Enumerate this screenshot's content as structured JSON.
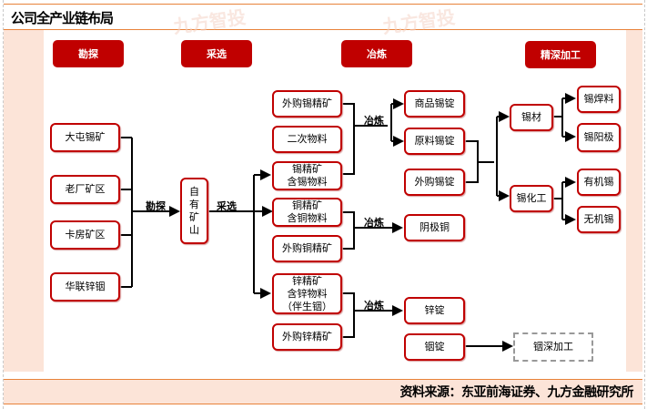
{
  "header": {
    "title": "公司全产业链布局"
  },
  "watermark": "九方智投",
  "stages": [
    "勘探",
    "采选",
    "冶炼",
    "精深加工"
  ],
  "mines": [
    "大屯锡矿",
    "老厂矿区",
    "卡房矿区",
    "华联锌铟"
  ],
  "own_mine": [
    "自",
    "有",
    "矿",
    "山"
  ],
  "flow_labels": {
    "explore": "勘探",
    "mining": "采选",
    "smelt_tin": "冶炼",
    "smelt_copper": "冶炼",
    "smelt_zinc": "冶炼"
  },
  "raw_materials": {
    "tin": [
      "外购锡精矿",
      "二次物料",
      "锡精矿\n含锡物料"
    ],
    "copper": [
      "铜精矿\n含铜物料",
      "外购铜精矿"
    ],
    "zinc": [
      "锌精矿\n含锌物料\n（伴生铟）",
      "外购锌精矿"
    ]
  },
  "smelt_products": {
    "tin": [
      "商品锡锭",
      "原料锡锭",
      "外购锡锭"
    ],
    "copper": "阴极铜",
    "zinc": "锌锭",
    "indium": "铟锭"
  },
  "deep_processing": {
    "tin_material": "锡材",
    "tin_chemical": "锡化工",
    "tin_material_products": [
      "锡焊料",
      "锡阳极"
    ],
    "tin_chemical_products": [
      "有机锡",
      "无机锡"
    ],
    "indium_processing": "铟深加工"
  },
  "footer": {
    "source": "资料来源：东亚前海证券、九方金融研究所"
  },
  "colors": {
    "accent": "#c00000",
    "border_orange": "#e8823a",
    "panel_bg": "#fce4d8"
  }
}
